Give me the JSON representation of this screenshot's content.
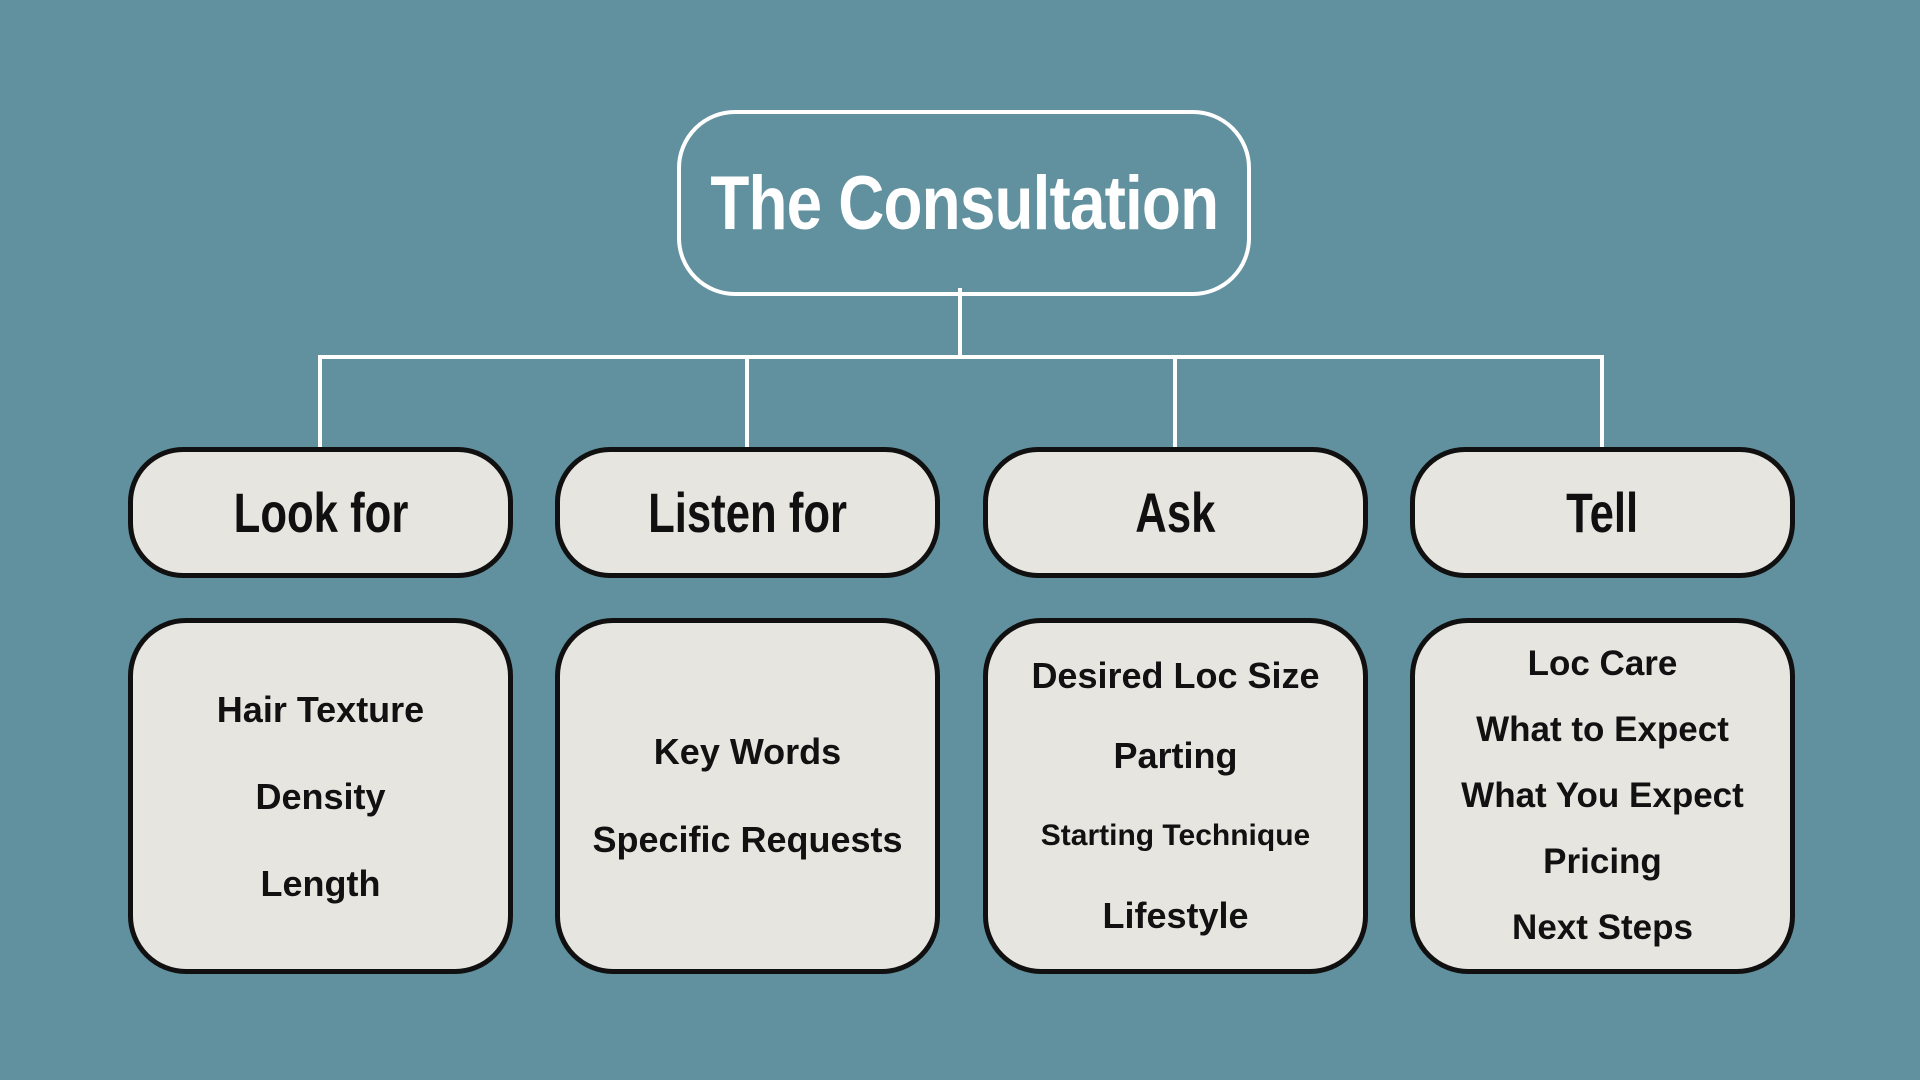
{
  "diagram_type": "flowchart",
  "title": {
    "label": "The Consultation"
  },
  "colors": {
    "background": "#61909E",
    "box_fill": "#E7E5E0",
    "box_border": "#101010",
    "connector_line": "#FFFFFF",
    "title_text": "#FFFFFF",
    "content_text": "#111111"
  },
  "columns": [
    {
      "header": "Look for",
      "items": [
        "Hair Texture",
        "Density",
        "Length"
      ]
    },
    {
      "header": "Listen for",
      "items": [
        "Key Words",
        "Specific Requests"
      ]
    },
    {
      "header": "Ask",
      "items": [
        "Desired Loc Size",
        "Parting",
        "Starting Technique",
        "Lifestyle"
      ]
    },
    {
      "header": "Tell",
      "items": [
        "Loc Care",
        "What to Expect",
        "What You Expect",
        "Pricing",
        "Next Steps"
      ]
    }
  ]
}
